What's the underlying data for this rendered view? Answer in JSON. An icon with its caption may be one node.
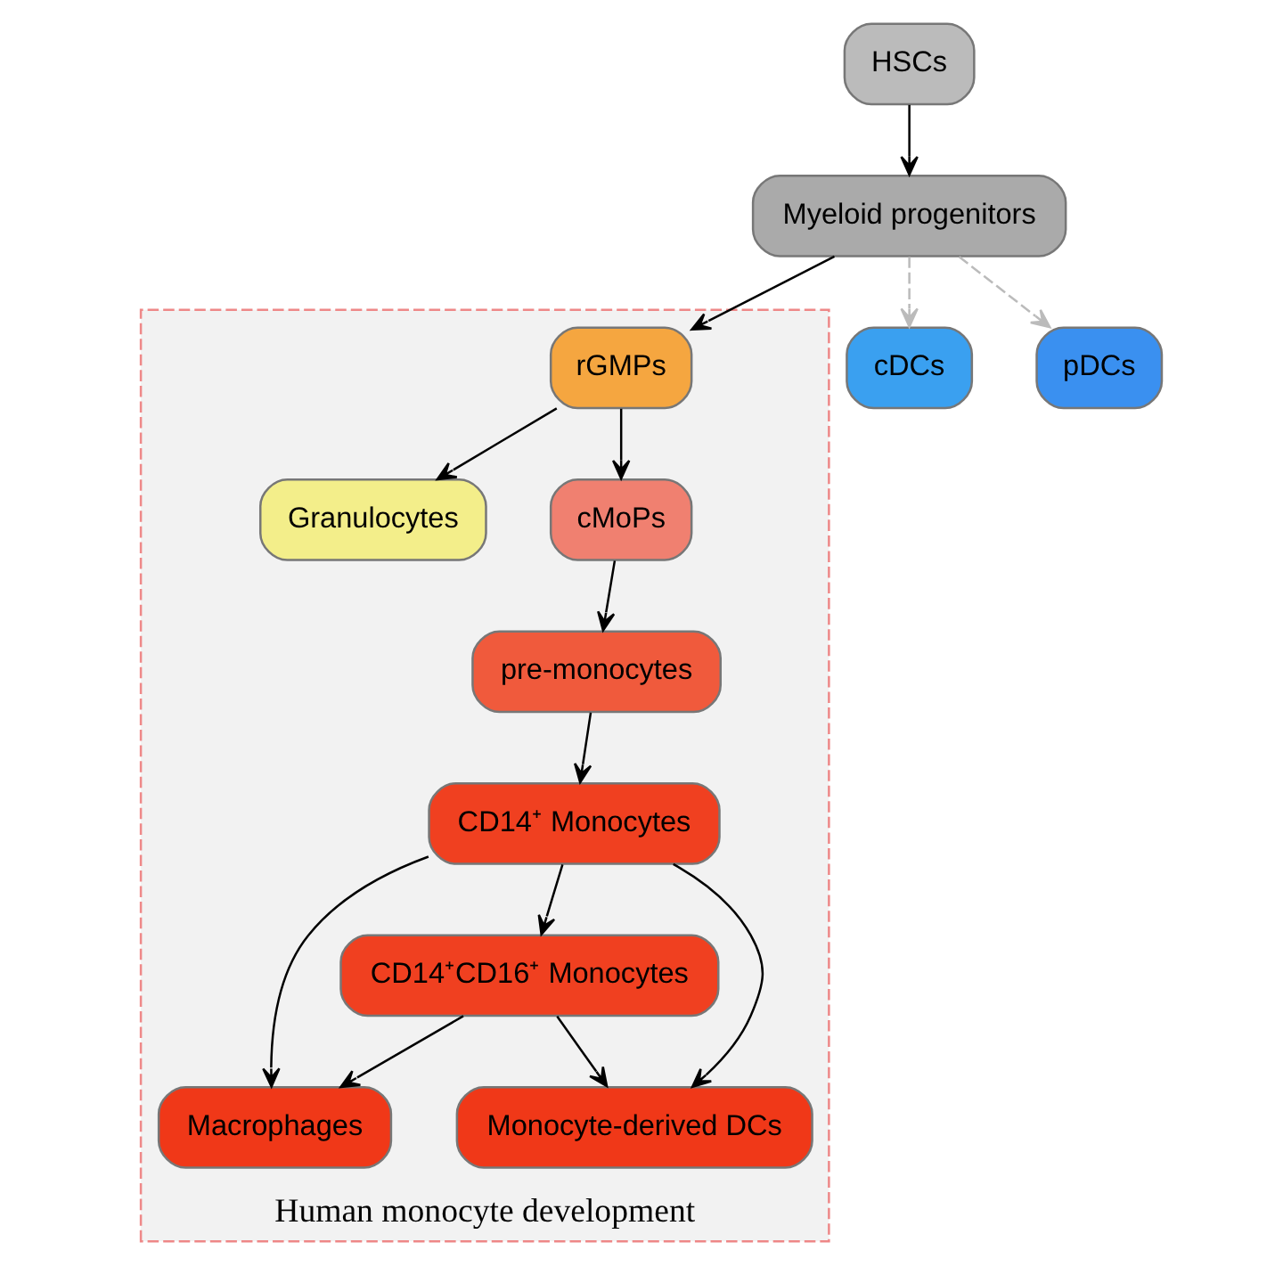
{
  "diagram": {
    "nodes": [
      {
        "text": [
          "HSCs"
        ]
      },
      {
        "text": [
          "Myeloid progenitors"
        ]
      },
      {
        "text": [
          "Human monocyte development"
        ]
      },
      {
        "text": [
          "rGMPs"
        ],
        "in": 2
      },
      {
        "text": [
          "Granulocytes"
        ],
        "in": 2
      },
      {
        "text": [
          "cMoPs"
        ],
        "in": 2
      },
      {
        "text": [
          "pre-monocytes"
        ],
        "in": 2
      },
      {
        "text": [
          "CD14⁺CD16⁺ Monocytes"
        ],
        "in": 2
      },
      {
        "text": [
          "CD14⁺ Monocytes"
        ],
        "in": 2
      },
      {
        "text": [
          "Macrophages"
        ],
        "in": 2
      },
      {
        "text": [
          "Monocyte-derived DCs"
        ],
        "in": 2
      },
      {
        "text": [
          "cDCs"
        ]
      },
      {
        "text": [
          "pDCs"
        ]
      }
    ],
    "edges": [
      {
        "from": 0,
        "to": 1,
        "arrow": "to"
      },
      {
        "from": 1,
        "to": 3,
        "arrow": "to"
      },
      {
        "from": 3,
        "to": 4,
        "arrow": "to"
      },
      {
        "from": 3,
        "to": 5,
        "arrow": "to"
      },
      {
        "from": 5,
        "to": 6,
        "arrow": "to"
      },
      {
        "from": 6,
        "to": 8,
        "arrow": "to"
      },
      {
        "from": 8,
        "to": 7,
        "arrow": "to"
      },
      {
        "from": 7,
        "to": 9,
        "arrow": "to"
      },
      {
        "from": 7,
        "to": 10,
        "arrow": "to"
      },
      {
        "from": 8,
        "to": 9,
        "arrow": "to"
      },
      {
        "from": 8,
        "to": 10,
        "arrow": "to"
      },
      {
        "from": 1,
        "to": 11,
        "arrow": "to",
        "style": "dashed",
        "color": "#bbbbbb"
      },
      {
        "from": 1,
        "to": 12,
        "arrow": "to",
        "style": "dashed",
        "color": "#bbbbbb"
      }
    ]
  }
}
